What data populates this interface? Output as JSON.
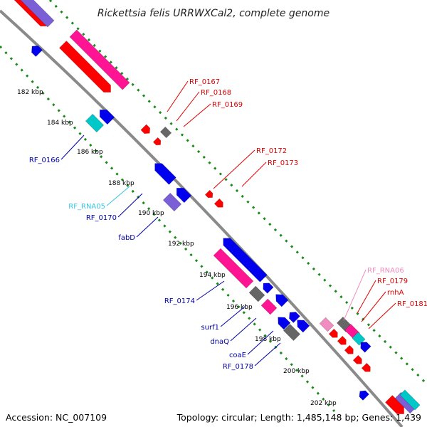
{
  "title": "Rickettsia felis URRWXCal2, complete genome",
  "footer": {
    "accession": "Accession: NC_007109",
    "topology": "Topology: circular; Length: 1,485,148 bp; Genes: 1,439"
  },
  "colors": {
    "backbone": "#8a8a8a",
    "dots": "#1a8a1a",
    "forward_label": "#dd0000",
    "reverse_label": "#0000aa",
    "rna_reverse": "#33c4e6",
    "rna_forward": "#f08cbf",
    "cds": "#ff0000",
    "cds_reverse": "#0000ee",
    "pseudo": "#ff1493",
    "rna": "#00c8c8",
    "other": "#666666",
    "misc": "#7a5fd6"
  },
  "ticks": [
    "182 kbp",
    "184 kbp",
    "186 kbp",
    "188 kbp",
    "190 kbp",
    "192 kbp",
    "194 kbp",
    "196 kbp",
    "198 kbp",
    "200 kbp",
    "202 kbp"
  ],
  "forward_labels": [
    "RF_0167",
    "RF_0168",
    "RF_0169",
    "RF_0172",
    "RF_0173",
    "RF_RNA06",
    "RF_0179",
    "rnhA",
    "RF_0181"
  ],
  "reverse_labels": [
    "RF_0166",
    "RF_RNA05",
    "RF_0170",
    "fabD",
    "RF_0174",
    "surf1",
    "dnaQ",
    "coaE",
    "RF_0178"
  ]
}
